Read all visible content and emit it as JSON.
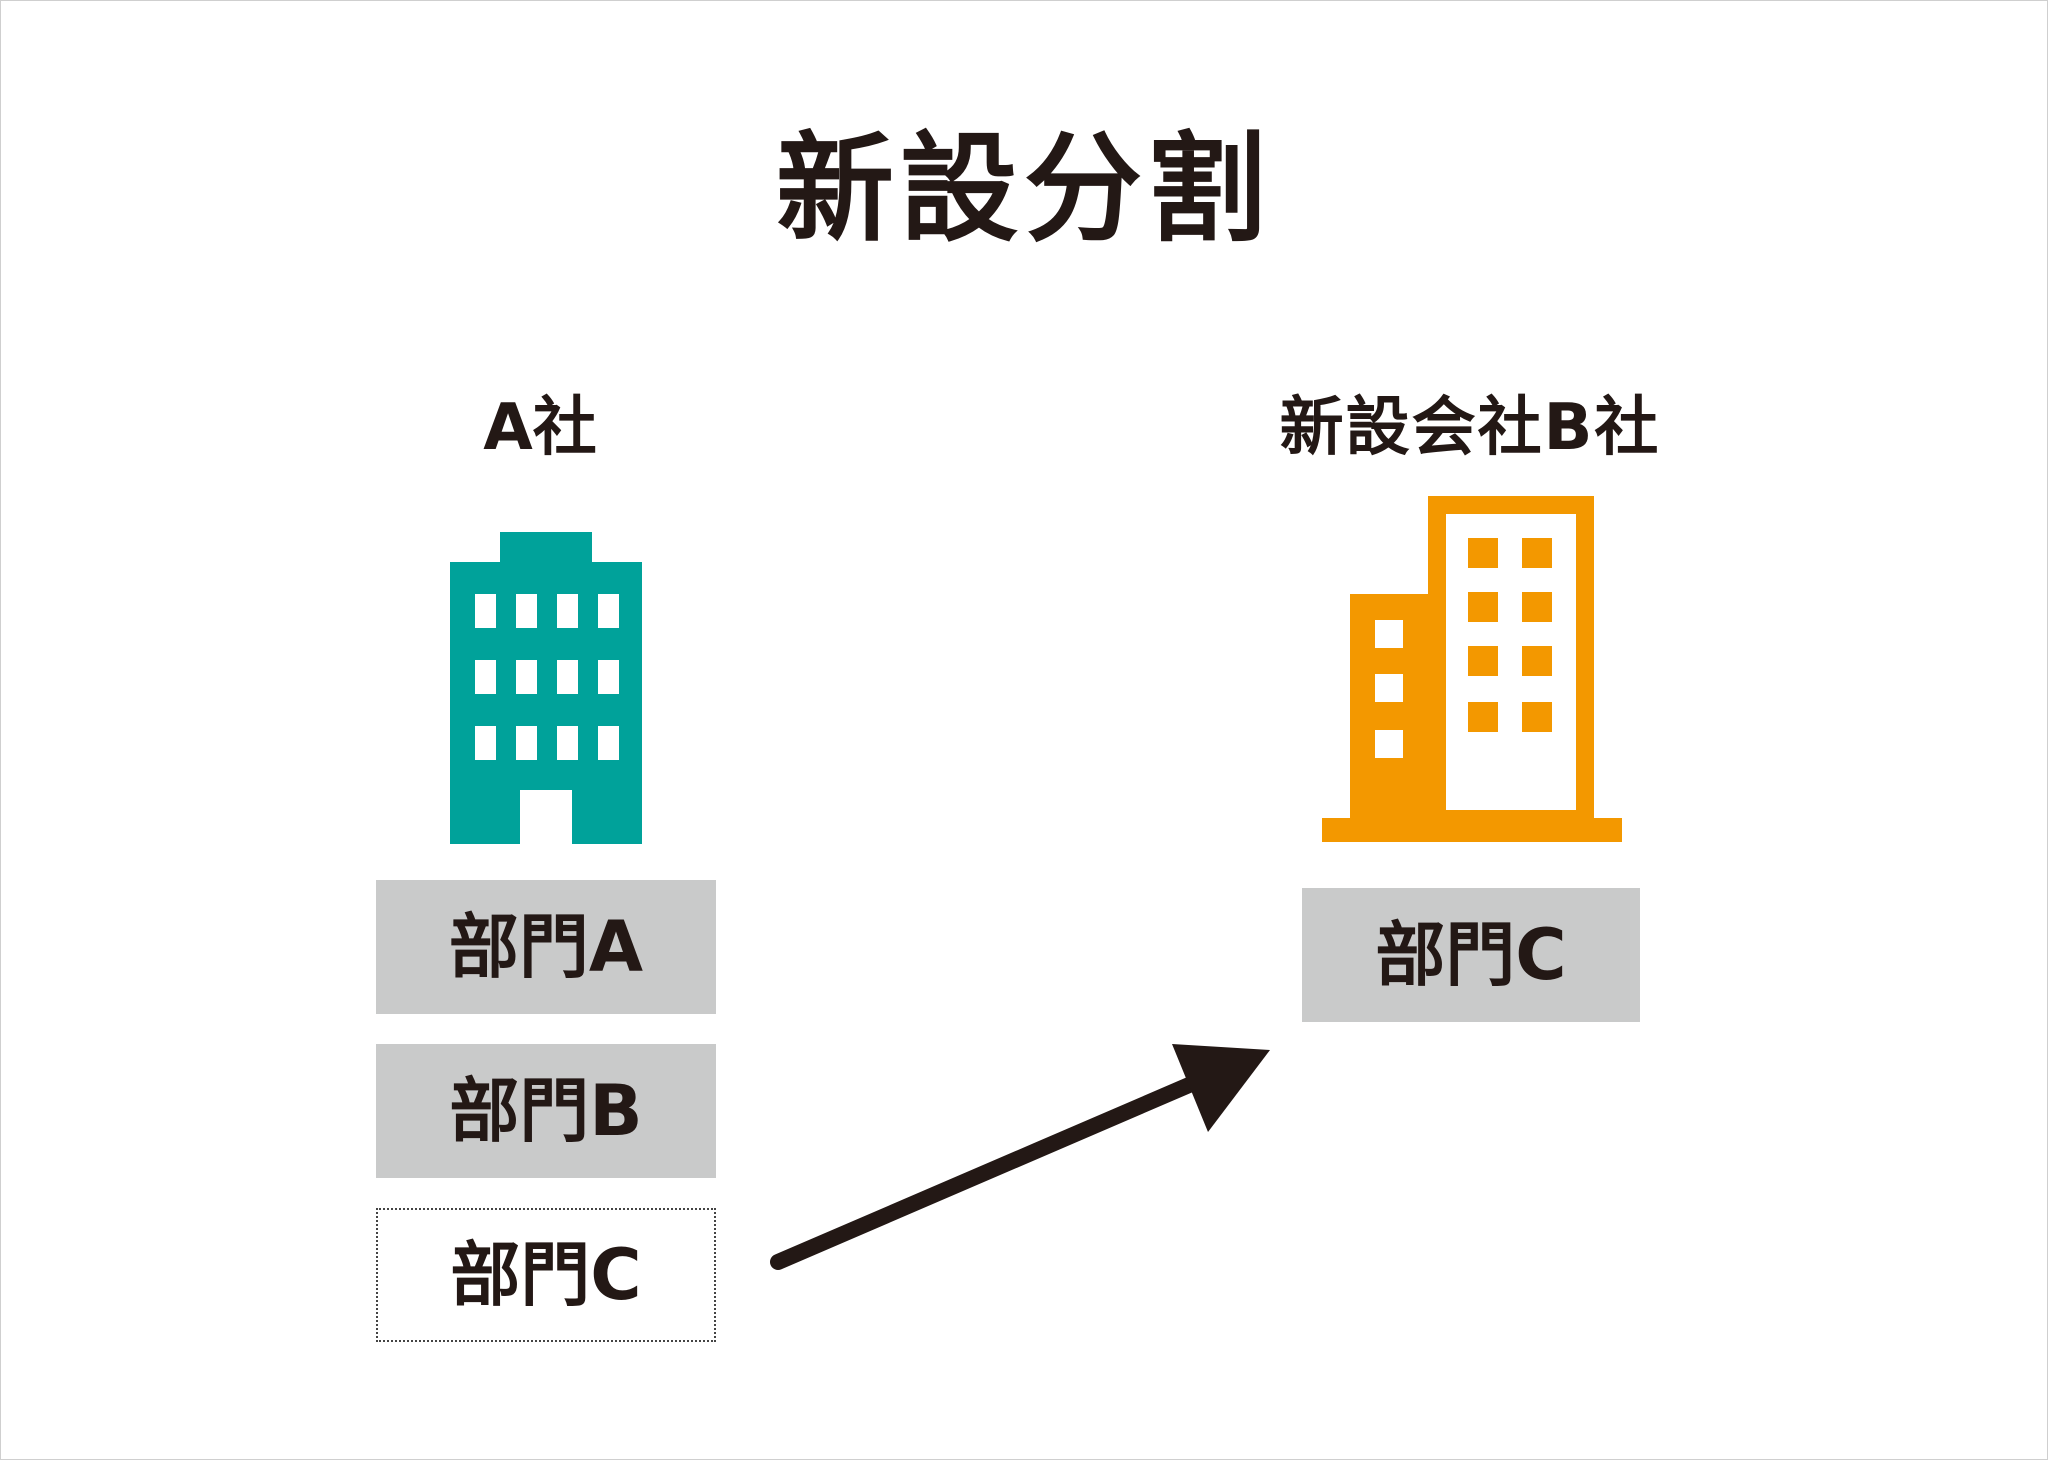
{
  "title": "新設分割",
  "company_a": {
    "label": "A社",
    "departments": [
      "部門A",
      "部門B",
      "部門C"
    ]
  },
  "company_b": {
    "label": "新設会社B社",
    "departments": [
      "部門C"
    ]
  },
  "colors": {
    "company_a_building": "#00a29a",
    "company_b_building": "#f39800",
    "department_box": "#c9caca",
    "text": "#231815",
    "arrow": "#231815"
  },
  "icons": {
    "company_a": "office-building-icon",
    "company_b": "office-building-icon"
  }
}
